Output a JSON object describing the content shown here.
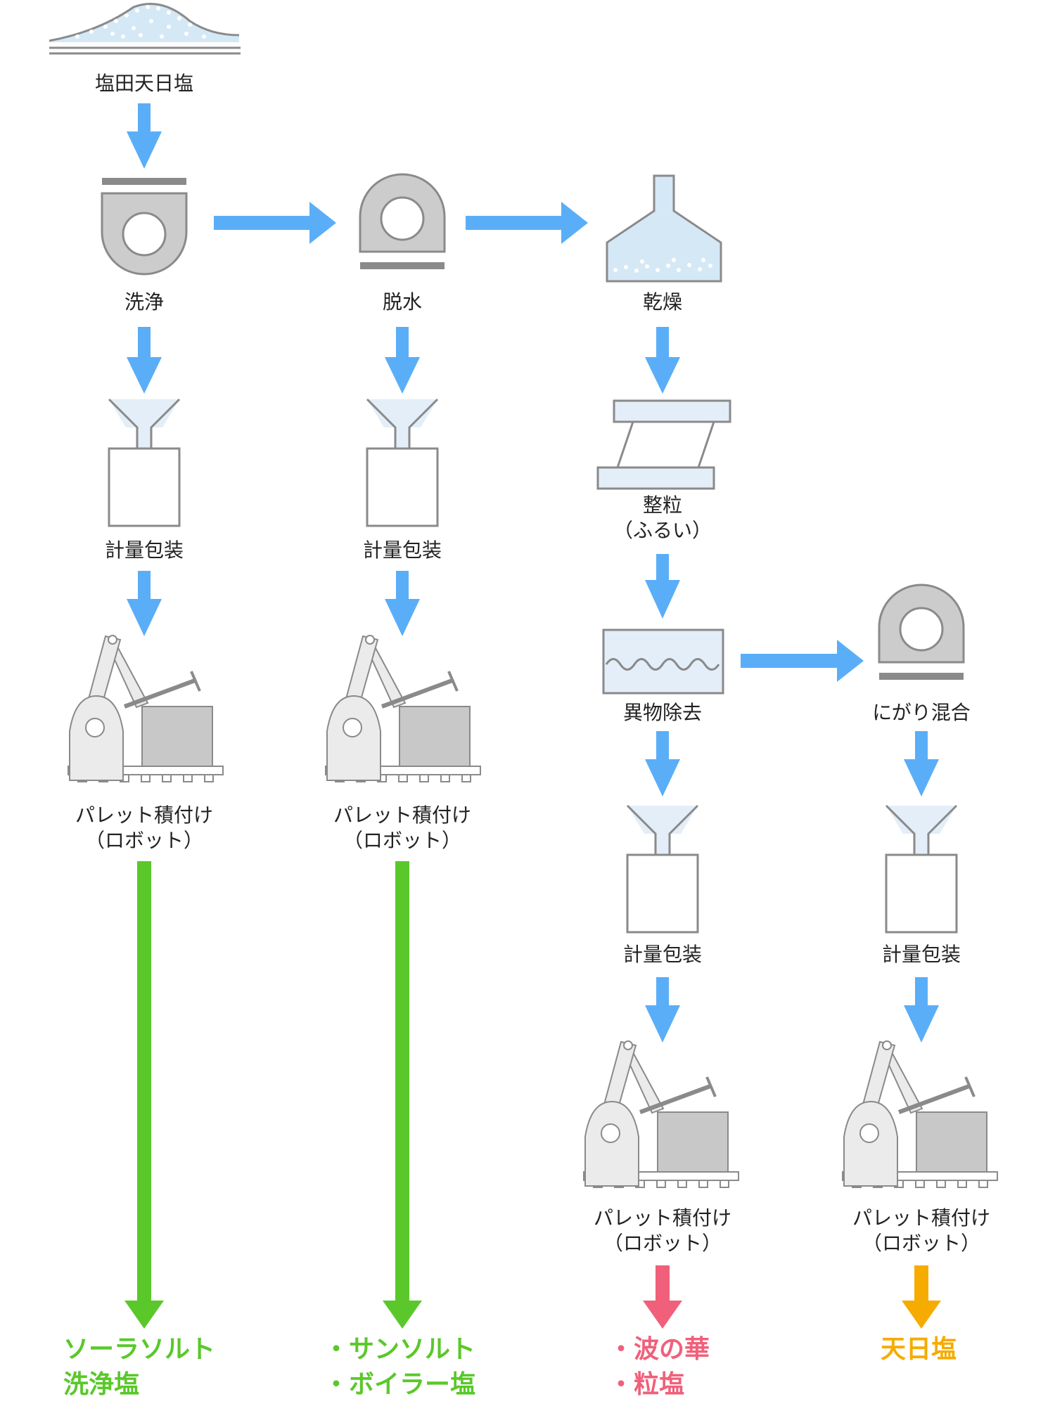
{
  "colors": {
    "flow_arrow": "#5aaef8",
    "output_green": "#5ac82a",
    "output_pink": "#f0607a",
    "output_orange": "#f6ab00",
    "machine_gray": "#c8c8c8",
    "salt_blue": "#d5e8f6"
  },
  "icons": [
    "salt-pile-icon",
    "washer-icon",
    "dehydrator-icon",
    "dryer-icon",
    "funnel-bag-icon",
    "robot-palletizer-icon",
    "sieve-icon",
    "foreign-removal-icon"
  ],
  "steps": {
    "source": "塩田天日塩",
    "wash": "洗浄",
    "dewater": "脱水",
    "dry": "乾燥",
    "sieve_line1": "整粒",
    "sieve_line2": "（ふるい）",
    "foreign_removal": "異物除去",
    "nigari_mix": "にがり混合",
    "weigh_pack": "計量包装",
    "pallet_line1": "パレット積付け",
    "pallet_line2": "（ロボット）"
  },
  "outputs": {
    "col1": [
      "ソーラソルト",
      "洗浄塩"
    ],
    "col2": [
      "・サンソルト",
      "・ボイラー塩"
    ],
    "col3": [
      "・波の華",
      "・粒塩"
    ],
    "col4": [
      "天日塩"
    ]
  }
}
